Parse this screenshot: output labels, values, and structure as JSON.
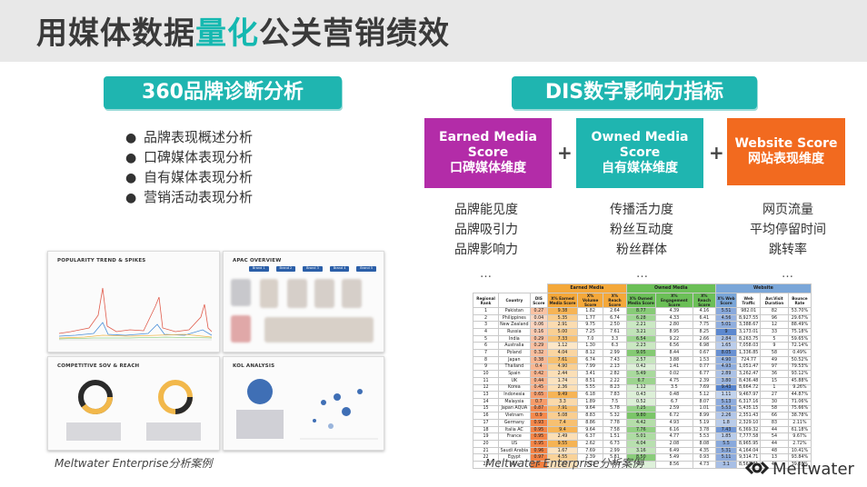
{
  "title": {
    "pre": "用媒体数据",
    "highlight": "量化",
    "post": "公关营销绩效"
  },
  "left": {
    "section_label": "360品牌诊断分析",
    "bullets": [
      "品牌表现概述分析",
      "口碑媒体表现分析",
      "自有媒体表现分析",
      "营销活动表现分析"
    ],
    "thumbs": [
      {
        "title": "POPULARITY TREND & SPIKES"
      },
      {
        "title": "APAC OVERVIEW",
        "brands": [
          "Brand 1",
          "Brand 2",
          "Brand 3",
          "Brand 4",
          "Brand 5"
        ]
      },
      {
        "title": "COMPETITIVE SOV & REACH"
      },
      {
        "title": "KOL ANALYSIS"
      }
    ],
    "caption": "Meltwater Enterprise分析案例"
  },
  "right": {
    "section_label": "DIS数字影响力指标",
    "boxes": [
      {
        "line1": "Earned Media",
        "line2": "Score",
        "line3": "口碑媒体维度",
        "color": "#b32ca8"
      },
      {
        "line1": "Owned Media",
        "line2": "Score",
        "line3": "自有媒体维度",
        "color": "#1fb5b0"
      },
      {
        "line1": "Website Score",
        "line2": "网站表现维度",
        "color": "#f26a1f"
      }
    ],
    "plus": "+",
    "metrics": [
      [
        "品牌能见度",
        "品牌吸引力",
        "品牌影响力"
      ],
      [
        "传播活力度",
        "粉丝互动度",
        "粉丝群体"
      ],
      [
        "网页流量",
        "平均停留时间",
        "跳转率"
      ]
    ],
    "ellipsis": "…",
    "caption": "Meltwater Enterprise分析案例"
  },
  "table": {
    "group_headers": {
      "earned": "Earned Media",
      "owned": "Owned Media",
      "web": "Website"
    },
    "headers": [
      "Regional Rank",
      "Country",
      "DIS Score",
      "X% Earned Media Score",
      "X% Volume Score",
      "X% Reach Score",
      "X% Owned Media Score",
      "X% Engagement Score",
      "X% Reach Score",
      "X% Web Score",
      "Web Traffic",
      "Avr.Visit Duration",
      "Bounce Rate"
    ],
    "rows": [
      [
        "1",
        "Pakistan",
        "0.27",
        "9.38",
        "1.82",
        "2.64",
        "8.77",
        "4.39",
        "4.16",
        "5.51",
        "982.01",
        "82",
        "53.70%"
      ],
      [
        "2",
        "Philippines",
        "0.04",
        "5.35",
        "1.77",
        "6.74",
        "6.28",
        "4.33",
        "6.41",
        "4.56",
        "8,927.55",
        "96",
        "29.67%"
      ],
      [
        "3",
        "New Zealand",
        "0.06",
        "2.91",
        "9.75",
        "2.50",
        "2.21",
        "2.80",
        "7.75",
        "5.01",
        "3,388.67",
        "12",
        "88.49%"
      ],
      [
        "4",
        "Russia",
        "0.16",
        "5.00",
        "7.25",
        "7.61",
        "3.21",
        "8.95",
        "8.25",
        "9",
        "3,173.01",
        "33",
        "75.18%"
      ],
      [
        "5",
        "India",
        "0.29",
        "7.33",
        "7.0",
        "3.3",
        "6.54",
        "9.22",
        "2.66",
        "2.84",
        "8,263.75",
        "5",
        "59.65%"
      ],
      [
        "6",
        "Australia",
        "0.29",
        "1.12",
        "1.30",
        "6.3",
        "2.23",
        "6.56",
        "6.98",
        "1.65",
        "7,058.03",
        "9",
        "72.14%"
      ],
      [
        "7",
        "Poland",
        "0.32",
        "4.04",
        "8.12",
        "2.99",
        "9.05",
        "8.44",
        "0.67",
        "8.05",
        "1,336.85",
        "58",
        "0.49%"
      ],
      [
        "8",
        "Japan",
        "0.38",
        "7.61",
        "6.74",
        "7.43",
        "2.57",
        "3.88",
        "1.53",
        "4.90",
        "724.77",
        "49",
        "50.52%"
      ],
      [
        "9",
        "Thailand",
        "0.4",
        "4.90",
        "7.99",
        "2.13",
        "0.42",
        "1.41",
        "0.77",
        "4.93",
        "1,051.47",
        "97",
        "79.53%"
      ],
      [
        "10",
        "Spain",
        "0.42",
        "2.44",
        "3.41",
        "2.82",
        "5.49",
        "0.02",
        "6.77",
        "2.89",
        "3,262.47",
        "36",
        "93.12%"
      ],
      [
        "11",
        "UK",
        "0.44",
        "1.74",
        "8.51",
        "2.22",
        "6.7",
        "4.75",
        "2.39",
        "3.80",
        "8,436.48",
        "15",
        "45.88%"
      ],
      [
        "12",
        "Korea",
        "0.45",
        "2.36",
        "5.55",
        "8.23",
        "1.12",
        "3.5",
        "7.69",
        "9.43",
        "8,664.72",
        "1",
        "9.26%"
      ],
      [
        "13",
        "Indonesia",
        "0.65",
        "9.49",
        "6.18",
        "7.83",
        "0.43",
        "0.48",
        "5.12",
        "1.11",
        "9,467.97",
        "27",
        "44.87%"
      ],
      [
        "14",
        "Malaysia",
        "0.7",
        "3.3",
        "1.89",
        "7.5",
        "0.52",
        "6.7",
        "8.07",
        "5.13",
        "6,317.16",
        "30",
        "71.06%"
      ],
      [
        "15",
        "Japan AQUA",
        "0.87",
        "7.91",
        "9.64",
        "5.78",
        "7.25",
        "2.59",
        "1.01",
        "5.53",
        "5,435.15",
        "58",
        "75.66%"
      ],
      [
        "16",
        "Vietnam",
        "0.9",
        "5.08",
        "8.83",
        "5.32",
        "9.80",
        "6.72",
        "8.99",
        "2.26",
        "2,351.43",
        "66",
        "38.78%"
      ],
      [
        "17",
        "Germany",
        "0.93",
        "7.4",
        "8.86",
        "7.78",
        "4.42",
        "4.93",
        "5.19",
        "1.8",
        "2,329.10",
        "83",
        "2.11%"
      ],
      [
        "18",
        "Italia AC",
        "0.95",
        "9.4",
        "9.64",
        "7.58",
        "7.76",
        "6.16",
        "3.78",
        "7.43",
        "6,369.32",
        "44",
        "61.18%"
      ],
      [
        "19",
        "France",
        "0.95",
        "2.49",
        "6.37",
        "1.51",
        "5.01",
        "4.77",
        "5.53",
        "1.85",
        "7,777.58",
        "54",
        "9.67%"
      ],
      [
        "20",
        "US",
        "0.95",
        "9.55",
        "2.62",
        "6.73",
        "4.04",
        "2.08",
        "8.08",
        "5.5",
        "8,965.95",
        "44",
        "2.72%"
      ],
      [
        "21",
        "Saudi Arabia",
        "0.96",
        "1.67",
        "7.69",
        "2.99",
        "3.16",
        "6.49",
        "4.35",
        "5.31",
        "4,164.04",
        "48",
        "10.41%"
      ],
      [
        "22",
        "Egypt",
        "0.97",
        "4.55",
        "2.39",
        "5.81",
        "8.50",
        "5.49",
        "0.93",
        "5.11",
        "9,314.71",
        "13",
        "93.84%"
      ],
      [
        "23",
        "Italy",
        "1",
        "2.22",
        "7.23",
        "4.29",
        "0.3",
        "8.56",
        "4.73",
        "3.1",
        "8,563.81",
        "45",
        "39.28%"
      ]
    ]
  },
  "logo": {
    "text": "Meltwater",
    "icon": "meltwater-logo-icon"
  }
}
